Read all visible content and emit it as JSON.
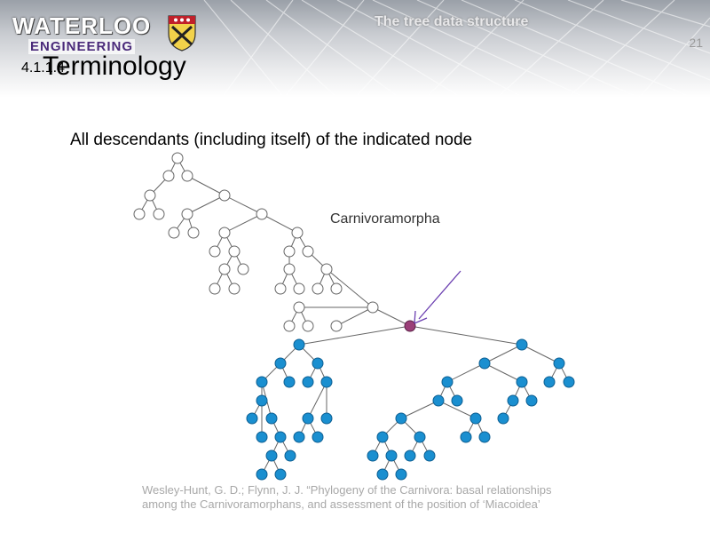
{
  "header": {
    "logo_line1": "WATERLOO",
    "logo_line2": "ENGINEERING",
    "title": "The tree data structure",
    "slide_number": "21"
  },
  "slide": {
    "section": "4.1.1.4",
    "title": "Terminology",
    "subtitle": "All descendants (including itself) of the indicated node"
  },
  "figure": {
    "label": "Carnivoramorpha",
    "colors": {
      "outline": "#666666",
      "descendant": "#1a8fd0",
      "indicated": "#9b3f78",
      "arrow": "#6b3fb0"
    }
  },
  "citation": {
    "line1": "Wesley-Hunt, G. D.; Flynn, J. J. “Phylogeny of the Carnivora: basal relationships",
    "line2": "among the Carnivoramorphans, and assessment of the position of ‘Miacoidea’"
  }
}
